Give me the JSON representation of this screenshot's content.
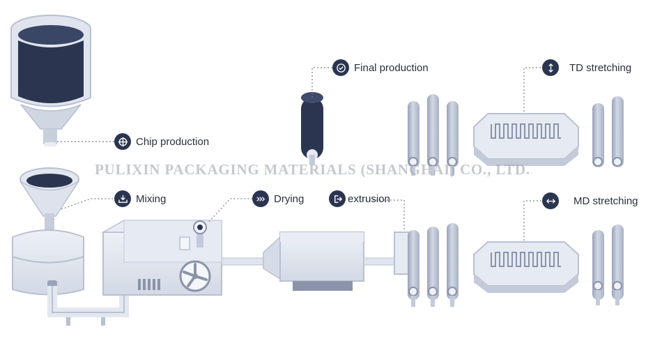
{
  "labels": {
    "chip_production": "Chip production",
    "mixing": "Mixing",
    "drying": "Drying",
    "extrusion": "extrusion",
    "final_production": "Final production",
    "td_stretching": "TD stretching",
    "md_stretching": "MD stretching"
  },
  "watermark": "PULIXIN PACKAGING MATERIALS (SHANGHAI) CO., LTD.",
  "icons": {
    "chip_production": "crosshair-icon",
    "mixing": "tray-download-icon",
    "drying": "wave-icon",
    "extrusion": "exit-arrow-icon",
    "final_production": "check-circle-icon",
    "td_stretching": "vertical-arrows-icon",
    "md_stretching": "horizontal-arrows-icon"
  },
  "colors": {
    "badge": "#2b3550",
    "machine_light": "#e6eaf2",
    "machine_mid": "#c3cada",
    "machine_dark": "#8a93a8",
    "resin_dark": "#2b3550",
    "connector_dots": "#7a8090"
  }
}
